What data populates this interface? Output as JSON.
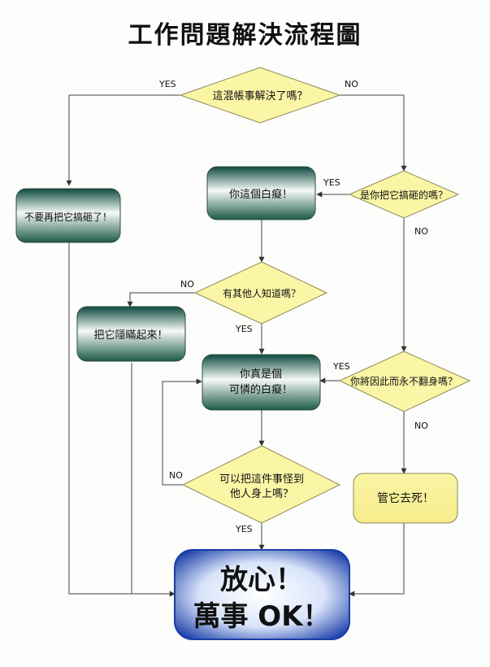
{
  "title": "工作問題解決流程圖",
  "labels": {
    "yes": "YES",
    "no": "NO"
  },
  "nodes": {
    "q_fixed": "這混帳事解決了嗎？",
    "a_dont_mess": "不要再把它搞砸了！",
    "q_you_broke": "是你把它搞砸的嗎？",
    "a_idiot": "你這個白癡！",
    "q_others_know": "有其他人知道嗎？",
    "a_hide": "把它隱瞞起來！",
    "q_trouble": "你將因此而永不翻身嗎？",
    "a_poor_idiot_1": "你真是個",
    "a_poor_idiot_2": "可憐的白癡！",
    "q_blame_1": "可以把這件事怪到",
    "a_blame_2": "他人身上嗎？",
    "a_forget": "管它去死！",
    "end_1": "放心！",
    "end_2": "萬事 OK！"
  },
  "colors": {
    "diamond_fill": "#fbf5a6",
    "diamond_stroke": "#8a8a5a",
    "box_gradient_top": "#0d4a3e",
    "box_gradient_mid": "#f6faf7",
    "box_gradient_bottom": "#1c5a48",
    "end_gradient_edge": "#1a3ea8",
    "end_gradient_center": "#f2f6ff",
    "line": "#333333"
  }
}
